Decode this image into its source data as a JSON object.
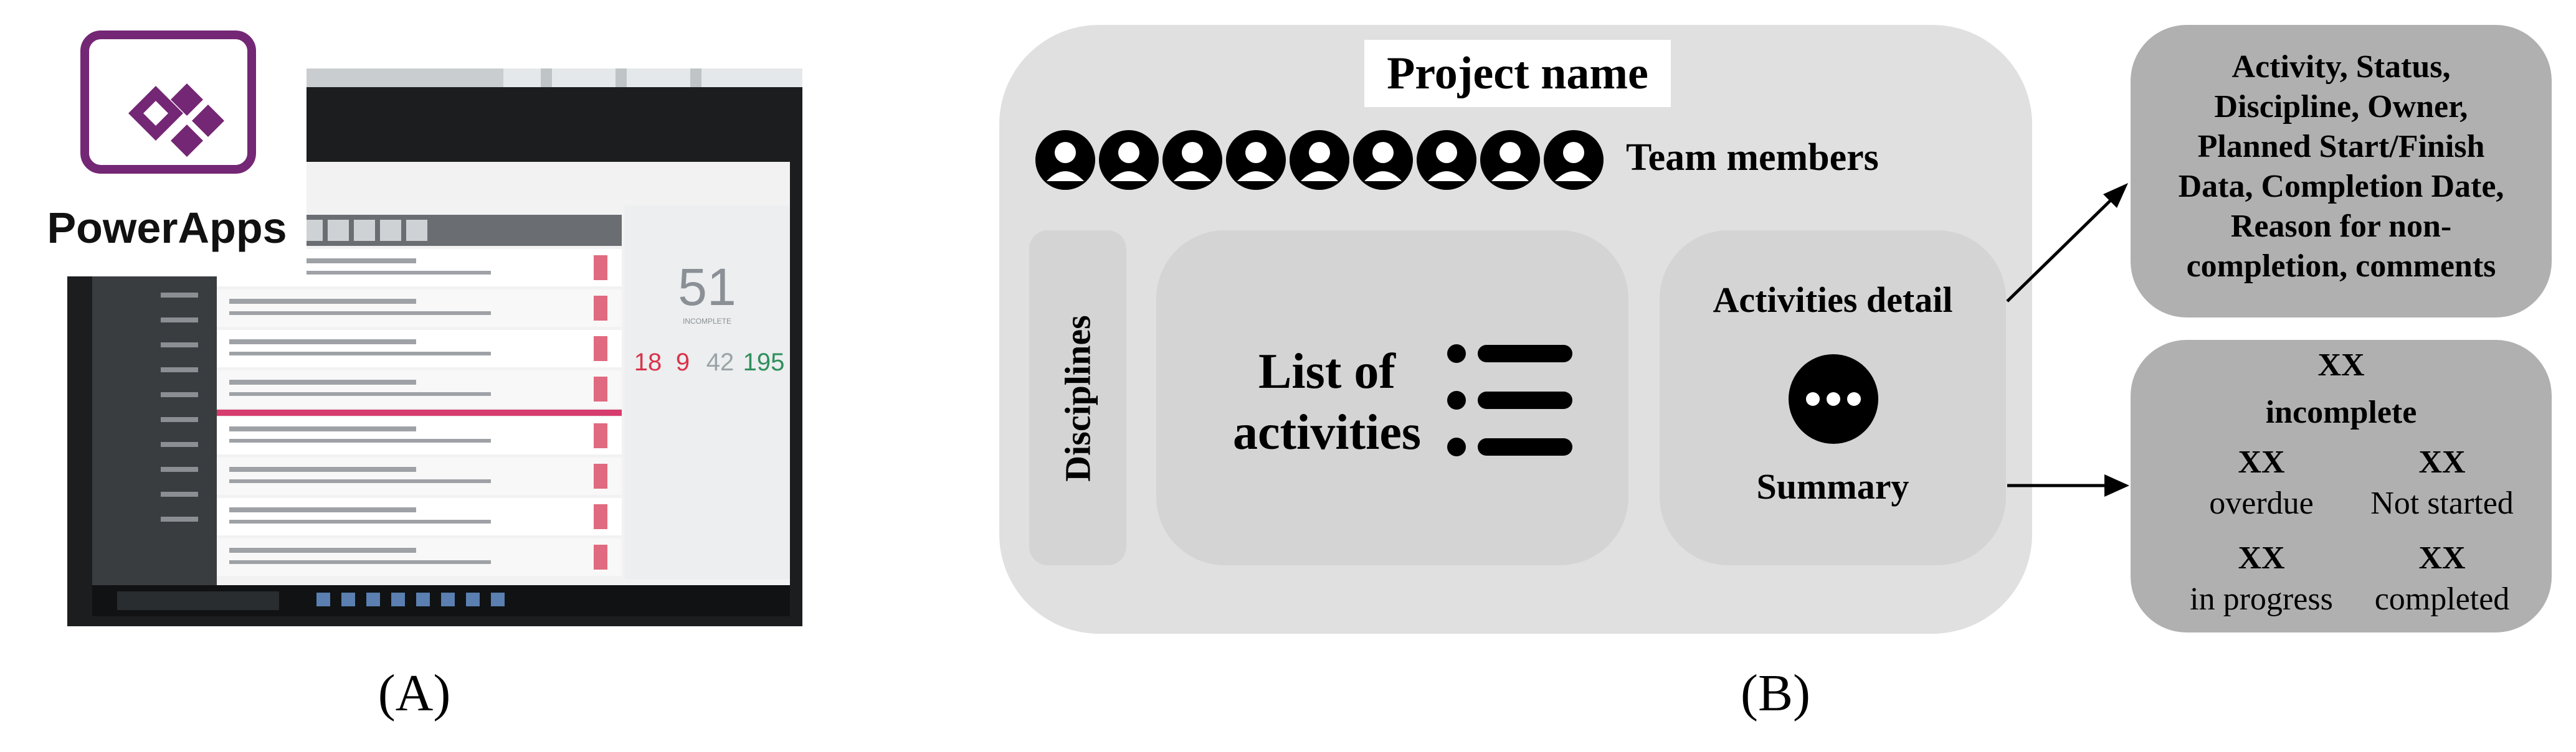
{
  "panel_a": {
    "label": "(A)",
    "logo": {
      "text": "PowerApps",
      "icon": "powerapps-logo-icon",
      "color": "#742774"
    },
    "photo": {
      "description_icon": "monitor-photo",
      "big_number": "51",
      "big_number_caption": "INCOMPLETE",
      "counts": [
        "18",
        "9",
        "42",
        "195"
      ],
      "count_colors": [
        "#d9334a",
        "#d9334a",
        "#9aa3a8",
        "#2f8f5b"
      ]
    }
  },
  "panel_b": {
    "label": "(B)",
    "project_name": "Project name",
    "team_members_label": "Team members",
    "team_member_count": 9,
    "disciplines": "Disciplines",
    "list_of_activities": [
      "List of",
      "activities"
    ],
    "activities_detail": "Activities detail",
    "summary": "Summary",
    "detail_fields": [
      "Activity, Status,",
      "Discipline, Owner,",
      "Planned Start/Finish",
      "Data, Completion Date,",
      "Reason for non-",
      "completion, comments"
    ],
    "stats": {
      "total_value": "XX",
      "total_label": "incomplete",
      "overdue_value": "XX",
      "overdue_label": "overdue",
      "not_started_value": "XX",
      "not_started_label": "Not started",
      "in_progress_value": "XX",
      "in_progress_label": "in progress",
      "completed_value": "XX",
      "completed_label": "completed"
    }
  }
}
